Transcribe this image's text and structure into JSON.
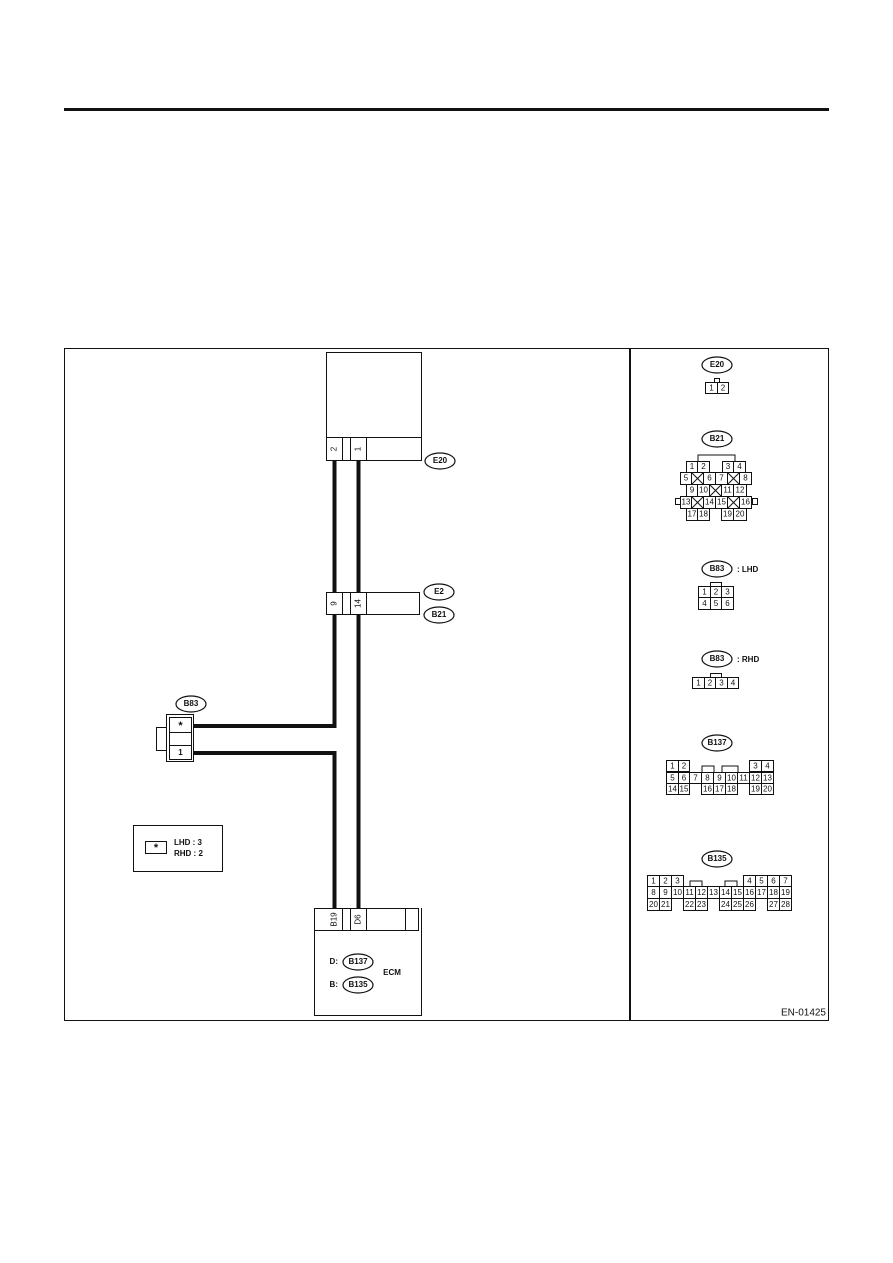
{
  "figure_id": "EN-01425",
  "main": {
    "e20_pin_left": "2",
    "e20_pin_right": "1",
    "e20_tag": "E20",
    "b21_pin_left": "9",
    "b21_pin_right": "14",
    "e2_tag": "E2",
    "b21_tag": "B21",
    "b83_tag": "B83",
    "b83_pin_top": "*",
    "b83_pin_bottom": "1",
    "note_star": "*",
    "note_lhd": "LHD : 3",
    "note_rhd": "RHD : 2",
    "ecm_pin_left": "B19",
    "ecm_pin_right": "D6",
    "ecm_d_prefix": "D:",
    "ecm_d_tag": "B137",
    "ecm_b_prefix": "B:",
    "ecm_b_tag": "B135",
    "ecm_label": "ECM"
  },
  "connectors": {
    "e20": {
      "tag": "E20",
      "pins": [
        "1",
        "2"
      ]
    },
    "b21": {
      "tag": "B21",
      "row1": [
        "1",
        "2",
        "3",
        "4"
      ],
      "row2": [
        "5",
        "6",
        "7",
        "8"
      ],
      "row3": [
        "9",
        "10",
        "11",
        "12"
      ],
      "row4": [
        "13",
        "14",
        "15",
        "16"
      ],
      "row5": [
        "17",
        "18",
        "19",
        "20"
      ]
    },
    "b83_lhd": {
      "tag": "B83",
      "suffix": ": LHD",
      "row1": [
        "1",
        "2",
        "3"
      ],
      "row2": [
        "4",
        "5",
        "6"
      ]
    },
    "b83_rhd": {
      "tag": "B83",
      "suffix": ": RHD",
      "pins": [
        "1",
        "2",
        "3",
        "4"
      ]
    },
    "b137": {
      "tag": "B137",
      "row1": [
        "1",
        "2",
        "3",
        "4"
      ],
      "row2": [
        "5",
        "6",
        "7",
        "8",
        "9",
        "10",
        "11",
        "12",
        "13"
      ],
      "row3": [
        "14",
        "15",
        "16",
        "17",
        "18",
        "19",
        "20"
      ]
    },
    "b135": {
      "tag": "B135",
      "row1": [
        "1",
        "2",
        "3",
        "4",
        "5",
        "6",
        "7"
      ],
      "row2": [
        "8",
        "9",
        "10",
        "11",
        "12",
        "13",
        "14",
        "15",
        "16",
        "17",
        "18",
        "19"
      ],
      "row3": [
        "20",
        "21",
        "22",
        "23",
        "24",
        "25",
        "26",
        "27",
        "28"
      ]
    }
  }
}
